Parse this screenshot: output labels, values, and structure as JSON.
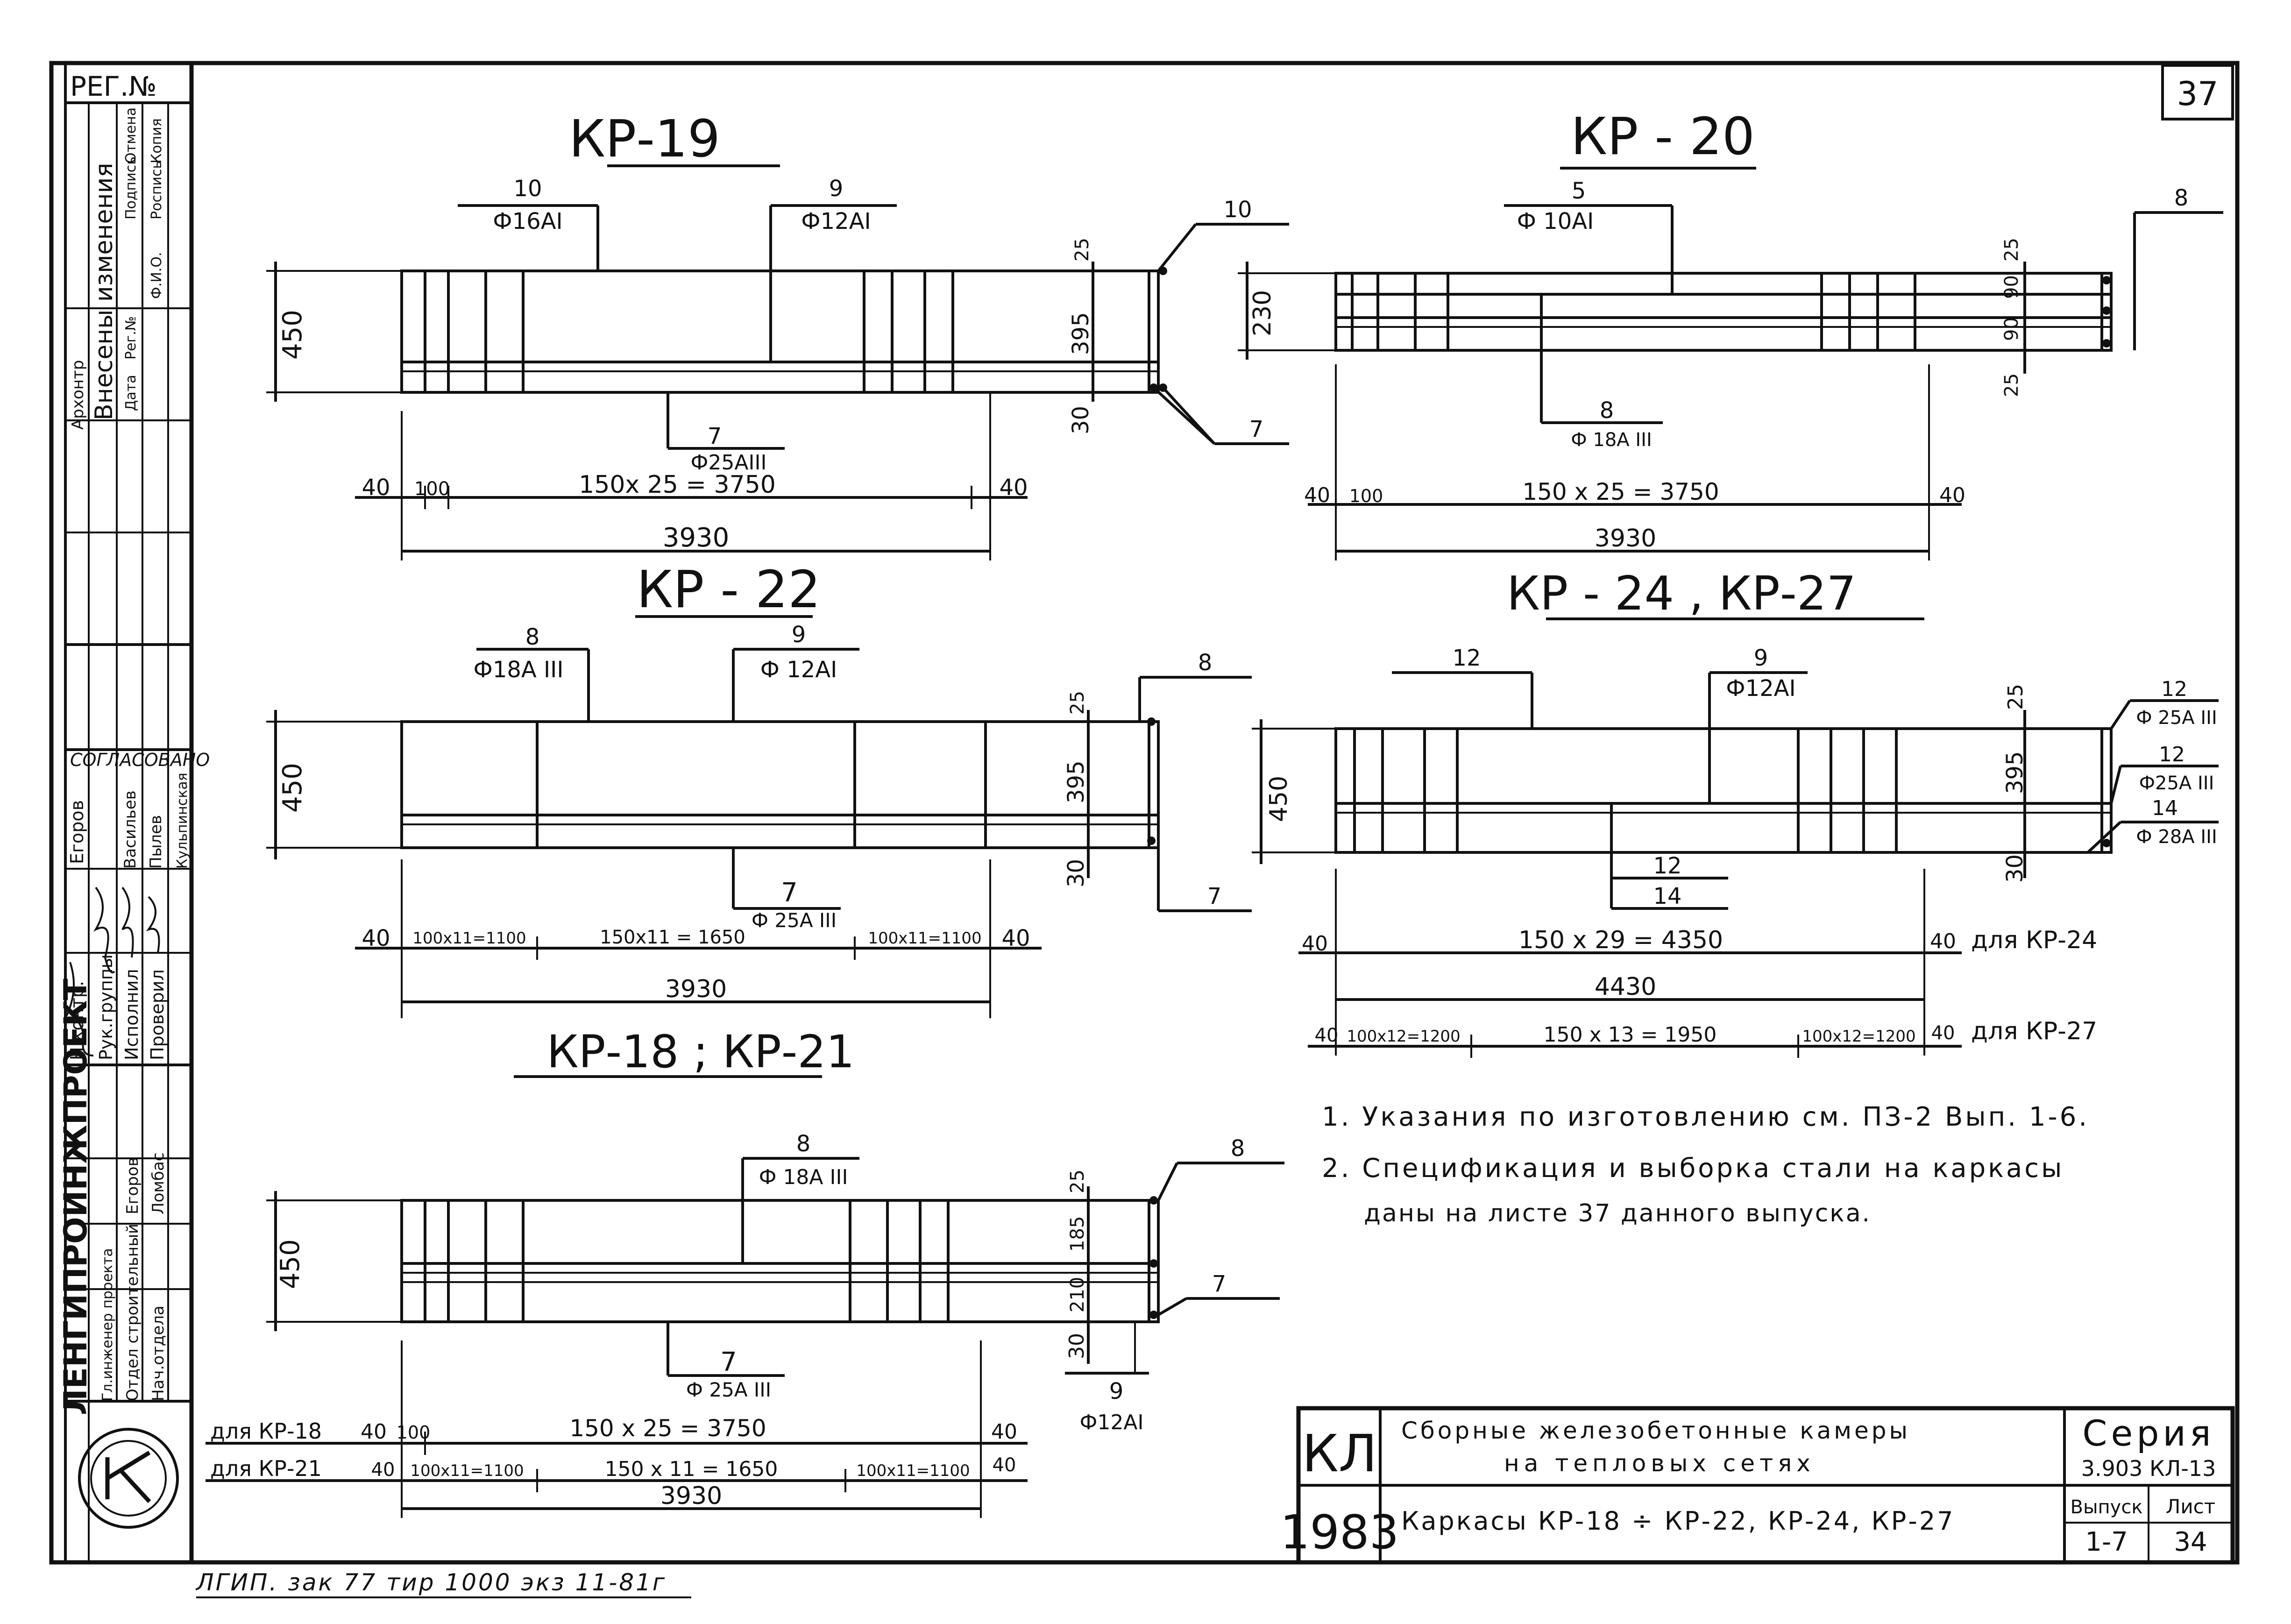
{
  "sheet_number": "37",
  "stamp": {
    "reg_no": "РЕГ.№",
    "change_block": [
      "Архонтр",
      "Внесены изменения",
      "Дата",
      "Рег.№",
      "Подпись",
      "Отмена",
      "Ф.И.О.",
      "Роспись",
      "Копия"
    ],
    "agreed": "СОГЛАСОВАНО",
    "agreed_names": [
      "Егоров",
      "Васильев",
      "Пылев",
      "Кульпинская"
    ],
    "roles": [
      "Н.контр.",
      "Рук.группы",
      "Исполнил",
      "Проверил"
    ],
    "org": "ЛЕНГИПРОИНЖПРОЕКТ",
    "dept_roles": [
      "Гл.инженер проекта",
      "Отдел строительный",
      "Нач.отдела"
    ],
    "dept_names": [
      "Егоров",
      "Ломбас"
    ]
  },
  "drawings": {
    "kr19": {
      "title": "КР-19",
      "top_left_num": "10",
      "top_left_bar": "Ф16АI",
      "top_mid_num": "9",
      "top_mid_bar": "Ф12АI",
      "right_num": "10",
      "height": "450",
      "dim_25": "25",
      "dim_395": "395",
      "dim_30": "30",
      "bot_num": "7",
      "bot_bar": "Ф25АIII",
      "right_bot_num": "7",
      "d40a": "40",
      "d100": "100",
      "span": "150х 25 = 3750",
      "d40b": "40",
      "total": "3930"
    },
    "kr20": {
      "title": "КР - 20",
      "top_num": "5",
      "top_bar": "Ф 10АI",
      "right_num": "8",
      "height": "230",
      "dim_25": "25",
      "dim_90": "90",
      "dim_90b": "90",
      "dim_25b": "25",
      "bot_num": "8",
      "bot_bar": "Ф 18А III",
      "d40a": "40",
      "d100": "100",
      "span": "150 х 25 = 3750",
      "d40b": "40",
      "total": "3930"
    },
    "kr22": {
      "title": "КР - 22",
      "top_left_num": "8",
      "top_left_bar": "Ф18А III",
      "top_mid_num": "9",
      "top_mid_bar": "Ф 12АI",
      "right_num": "8",
      "height": "450",
      "dim_25": "25",
      "dim_395": "395",
      "dim_30": "30",
      "bot_num": "7",
      "bot_bar": "Ф 25А III",
      "right_bot_num": "7",
      "d40a": "40",
      "d_left": "100х11=1100",
      "d_mid": "150х11 = 1650",
      "d_right": "100х11=1100",
      "d40b": "40",
      "total": "3930"
    },
    "kr24": {
      "title": "КР - 24 , КР-27",
      "top_left_num": "12",
      "top_mid_num": "9",
      "top_mid_bar": "Ф12АI",
      "r1_num": "12",
      "r1_bar": "Ф 25А III",
      "r2_num": "12",
      "r2_bar": "Ф25А III",
      "r3_num": "14",
      "r3_bar": "Ф 28А III",
      "height": "450",
      "dim_25": "25",
      "dim_395": "395",
      "dim_30": "30",
      "bot_num1": "12",
      "bot_num2": "14",
      "d40a": "40",
      "span24": "150 х 29 = 4350",
      "d40b": "40",
      "for24": "для КР-24",
      "total": "4430",
      "d40c": "40",
      "d_left": "100х12=1200",
      "d_mid": "150 х 13 = 1950",
      "d_right": "100х12=1200",
      "d40d": "40",
      "for27": "для КР-27"
    },
    "kr18": {
      "title": "КР-18 ; КР-21",
      "top_num": "8",
      "top_bar": "Ф 18А III",
      "right_num": "8",
      "height": "450",
      "dim_25": "25",
      "dim_185": "185",
      "dim_210": "210",
      "dim_30": "30",
      "right_bot_num": "7",
      "bot_num": "7",
      "bot_bar": "Ф 25А III",
      "side_num": "9",
      "side_bar": "Ф12АI",
      "for18": "для КР-18",
      "d40a": "40",
      "d100": "100",
      "span18": "150 х 25 = 3750",
      "d40b": "40",
      "for21": "для КР-21",
      "d40c": "40",
      "d_left": "100х11=1100",
      "d_mid": "150 х 11 = 1650",
      "d_right": "100х11=1100",
      "d40d": "40",
      "total": "3930"
    }
  },
  "notes": [
    "1. Указания по изготовлению см. ПЗ-2 Вып. 1-6.",
    "2. Спецификация и выборка стали на каркасы",
    "даны на листе 37 данного выпуска."
  ],
  "titleblock": {
    "code": "КЛ",
    "year": "1983",
    "description_1": "Сборные железобетонные камеры",
    "description_2": "на тепловых сетях",
    "description_3": "Каркасы КР-18 ÷ КР-22, КР-24, КР-27",
    "series_label": "Серия",
    "series_value": "3.903 КЛ-13",
    "issue_label": "Выпуск",
    "issue_value": "1-7",
    "sheet_label": "Лист",
    "sheet_value": "34"
  },
  "footer_stamp": "ЛГИП. зак 77 тир 1000 экз 11-81г"
}
